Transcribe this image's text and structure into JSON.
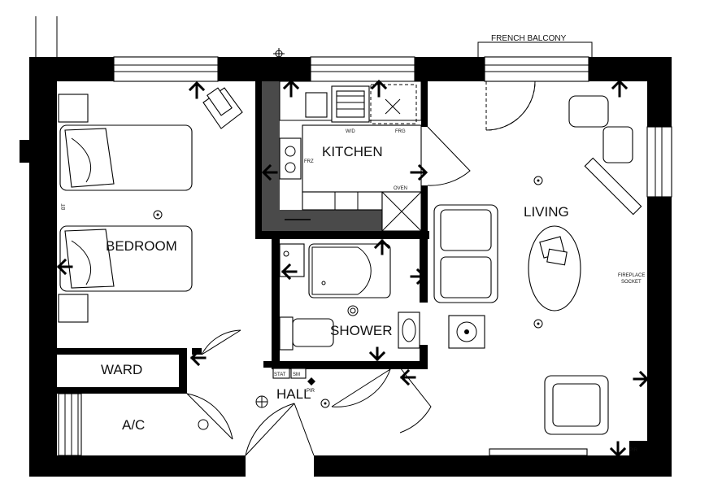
{
  "labels": {
    "french_balcony": "FRENCH BALCONY",
    "kitchen": "KITCHEN",
    "living": "LIVING",
    "bedroom": "BEDROOM",
    "shower": "SHOWER",
    "ward": "WARD",
    "hall": "HALL",
    "ac": "A/C",
    "wd": "W/D",
    "frg": "FRG",
    "frz": "FRZ",
    "oven": "OVEN",
    "fireplace_socket_1": "FIREPLACE",
    "fireplace_socket_2": "SOCKET",
    "stat": "STAT",
    "sm": "SM",
    "pir_hall": "PIR",
    "pir_living": "PIR",
    "bt": "BT"
  },
  "colors": {
    "wall": "#000000",
    "kitchen_worktop": "#4a4a4a",
    "background": "#ffffff"
  }
}
